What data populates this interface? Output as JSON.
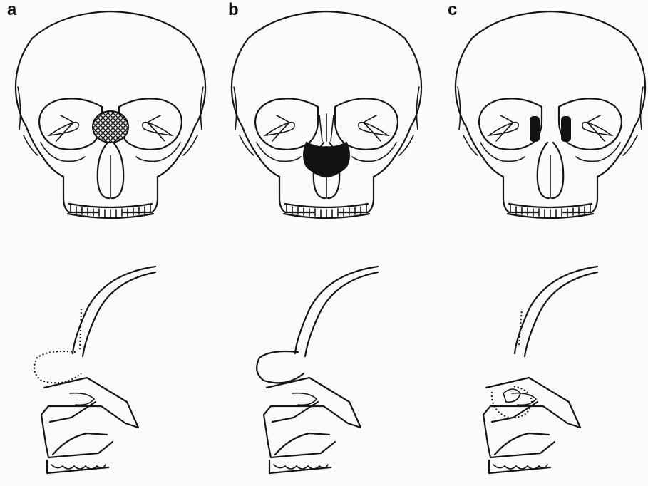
{
  "figure": {
    "panel_labels": [
      "a",
      "b",
      "c"
    ],
    "colors": {
      "ink": "#151515",
      "background": "#fbfbf9"
    }
  }
}
